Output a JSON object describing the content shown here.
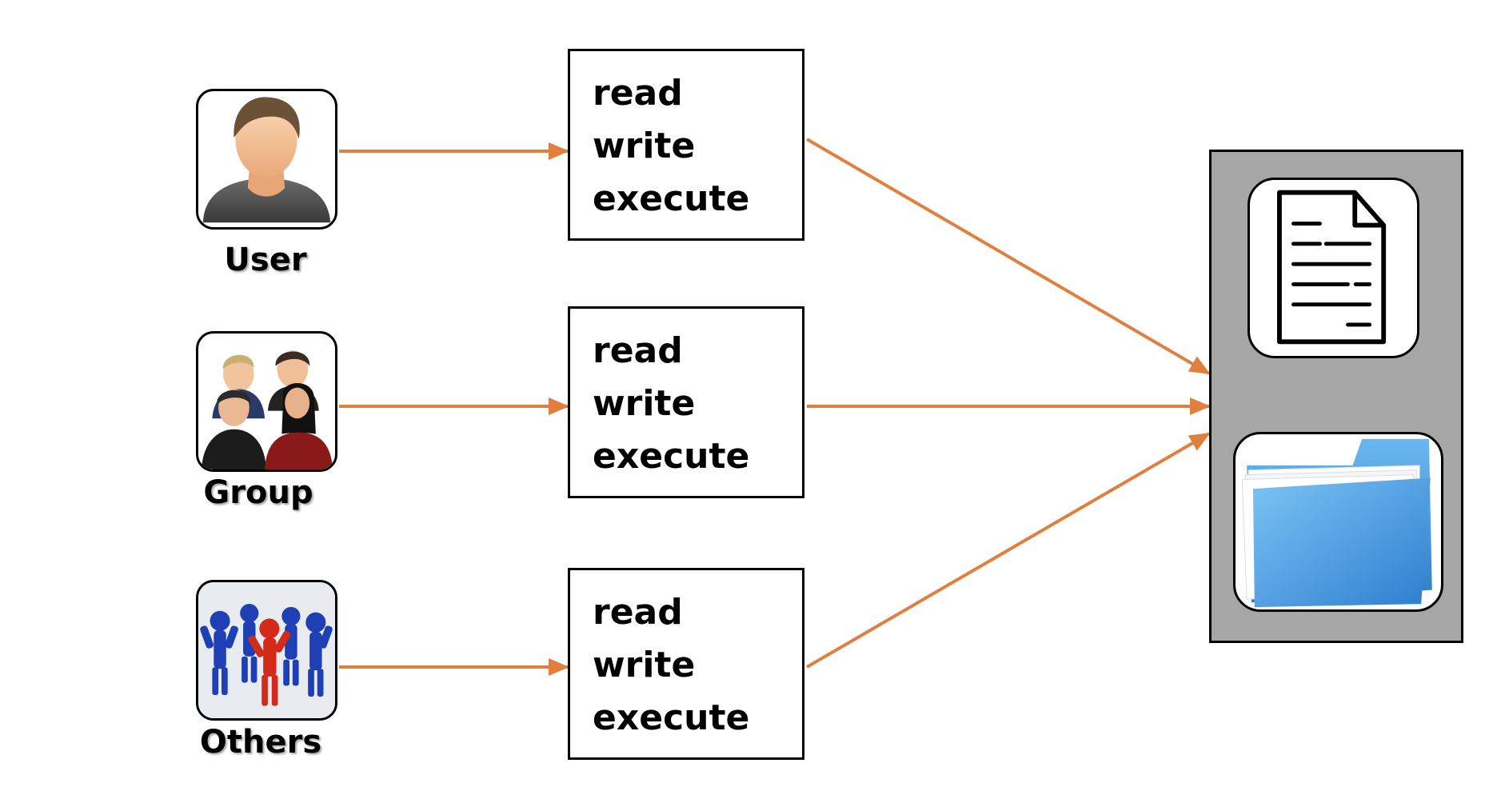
{
  "entities": [
    {
      "id": "user",
      "label": "User",
      "icon": "user-avatar-icon"
    },
    {
      "id": "group",
      "label": "Group",
      "icon": "group-people-icon"
    },
    {
      "id": "others",
      "label": "Others",
      "icon": "crowd-figures-icon"
    }
  ],
  "permissions": [
    {
      "read": "read",
      "write": "write",
      "execute": "execute"
    },
    {
      "read": "read",
      "write": "write",
      "execute": "execute"
    },
    {
      "read": "read",
      "write": "write",
      "execute": "execute"
    }
  ],
  "targets": [
    {
      "id": "file",
      "icon": "document-icon"
    },
    {
      "id": "folder",
      "icon": "folder-icon"
    }
  ],
  "colors": {
    "arrow": "#e07f3e",
    "panel": "#a6a6a6",
    "folder": "#3f8fd8"
  }
}
